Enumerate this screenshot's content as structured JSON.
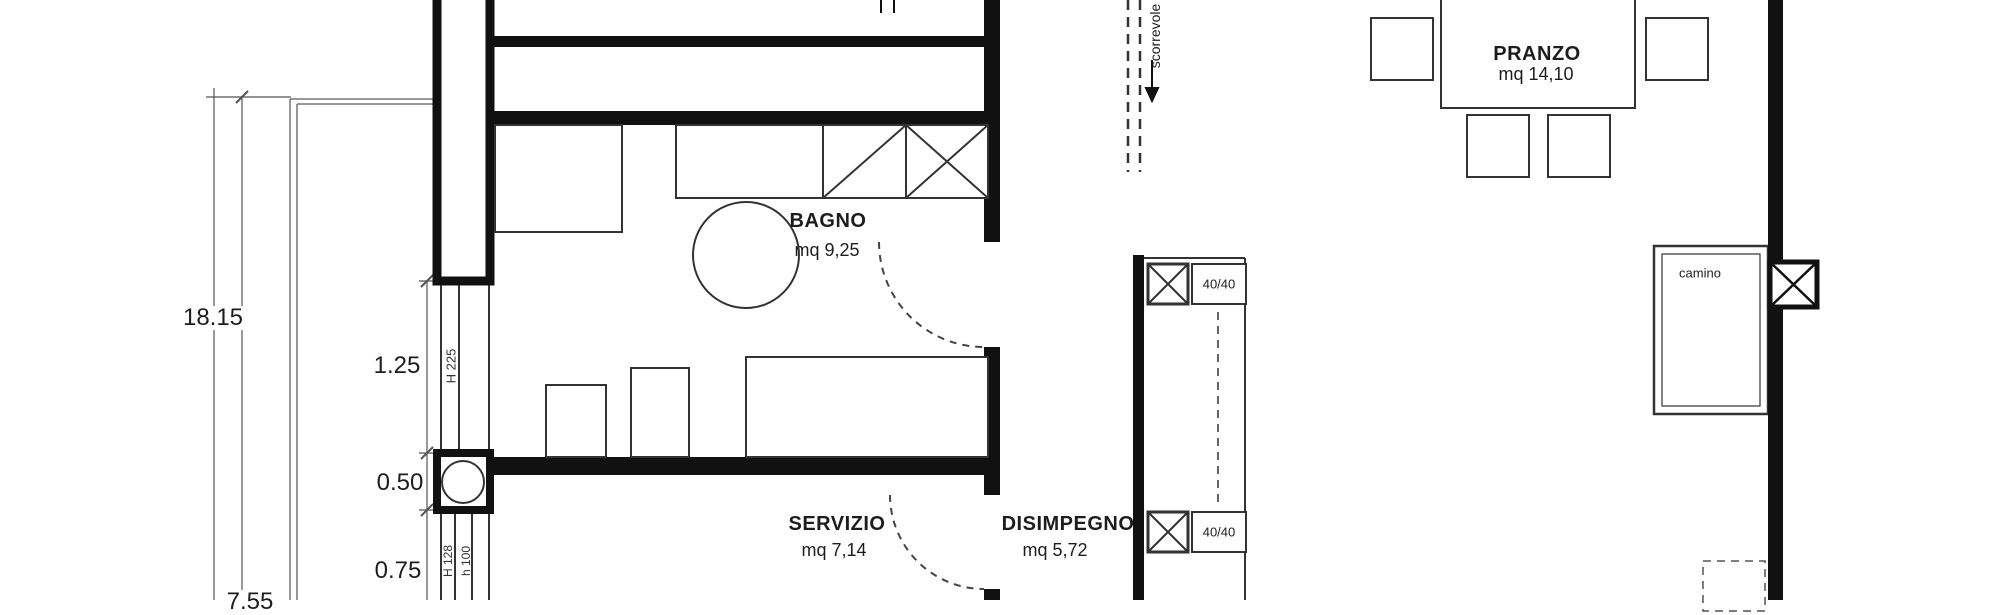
{
  "rooms": {
    "bagno": {
      "name": "BAGNO",
      "area": "mq 9,25"
    },
    "servizio": {
      "name": "SERVIZIO",
      "area": "mq 7,14"
    },
    "disimpegno": {
      "name": "DISIMPEGNO",
      "area": "mq 5,72"
    },
    "pranzo": {
      "name": "PRANZO",
      "area": "mq 14,10"
    }
  },
  "labels": {
    "camino": "camino",
    "scorrevole": "scorrevole",
    "pillar_top": "40/40",
    "pillar_bottom": "40/40",
    "h225": "H 225",
    "h128": "H 128",
    "h100": "h 100"
  },
  "dimensions": {
    "total": "18.15",
    "d125": "1.25",
    "d050": "0.50",
    "d075": "0.75",
    "d755": "7.55"
  },
  "colors": {
    "wall": "#111111",
    "fixture_line": "#333333",
    "thin_line": "#555555",
    "text": "#1d1d1d",
    "background": "#ffffff"
  }
}
